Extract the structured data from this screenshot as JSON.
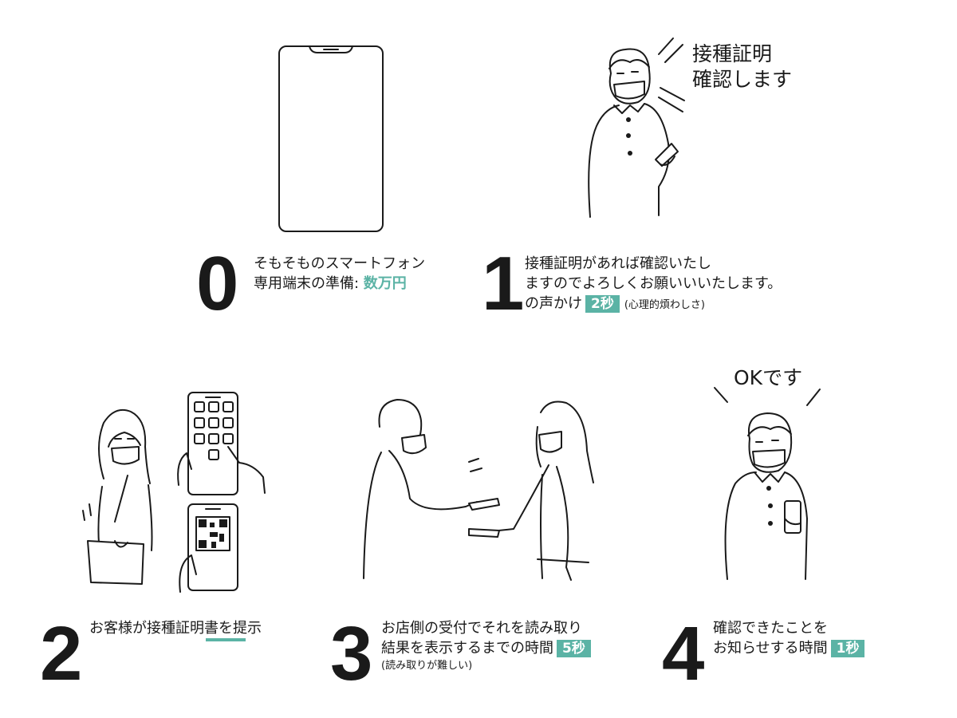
{
  "steps": [
    {
      "number": "0",
      "line1": "そもそものスマートフォン",
      "line2": "専用端末の準備: ",
      "highlight": "数万円"
    },
    {
      "number": "1",
      "line1": "接種証明があれば確認いたし",
      "line2": "ますのでよろしくお願いいいたします。",
      "line3": "の声かけ",
      "time": "2秒",
      "note": "(心理的煩わしさ)",
      "speech_line1": "接種証明",
      "speech_line2": "確認します"
    },
    {
      "number": "2",
      "line1": "お客様が接種証明書を提示"
    },
    {
      "number": "3",
      "line1": "お店側の受付でそれを読み取り",
      "line2": "結果を表示するまでの時間",
      "time": "5秒",
      "note": "(読み取りが難しい)"
    },
    {
      "number": "4",
      "line1": "確認できたことを",
      "line2": "お知らせする時間",
      "time": "1秒",
      "speech": "OKです"
    }
  ],
  "colors": {
    "accent": "#5bb3a5",
    "line": "#1a1a1a",
    "background": "#ffffff"
  }
}
